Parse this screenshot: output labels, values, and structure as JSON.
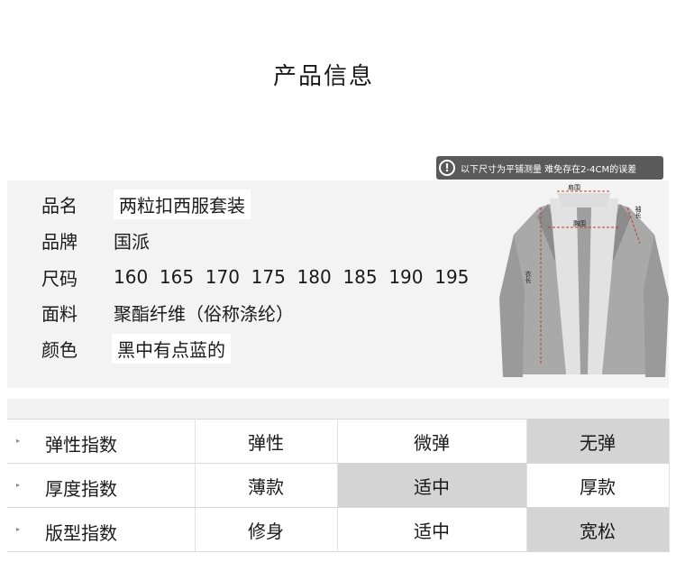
{
  "page_title": "产品信息",
  "notice": {
    "icon": "exclamation-circle-icon",
    "text": "以下尺寸为平铺测量 难免存在2-4CM的误差"
  },
  "product_info": [
    {
      "label": "品名",
      "value": "两粒扣西服套装"
    },
    {
      "label": "品牌",
      "value": "国派"
    },
    {
      "label": "尺码",
      "value": "160  165  170  175  180  185  190  195"
    },
    {
      "label": "面料",
      "value": "聚酯纤维（俗称涤纶）"
    },
    {
      "label": "颜色",
      "value": "黑中有点蓝的"
    }
  ],
  "jacket_labels": {
    "shoulder": "肩围",
    "chest": "胸围",
    "sleeve": "袖长",
    "length": "衣长"
  },
  "index_table": [
    {
      "name": "弹性指数",
      "options": [
        "弹性",
        "微弹",
        "无弹"
      ],
      "selected": 2
    },
    {
      "name": "厚度指数",
      "options": [
        "薄款",
        "适中",
        "厚款"
      ],
      "selected": 1
    },
    {
      "name": "版型指数",
      "options": [
        "修身",
        "适中",
        "宽松"
      ],
      "selected": 2
    }
  ],
  "colors": {
    "selected_cell": "#d4d4d4",
    "panel_bg": "#f3f3f3",
    "notice_bg": "#5a5a5a"
  }
}
